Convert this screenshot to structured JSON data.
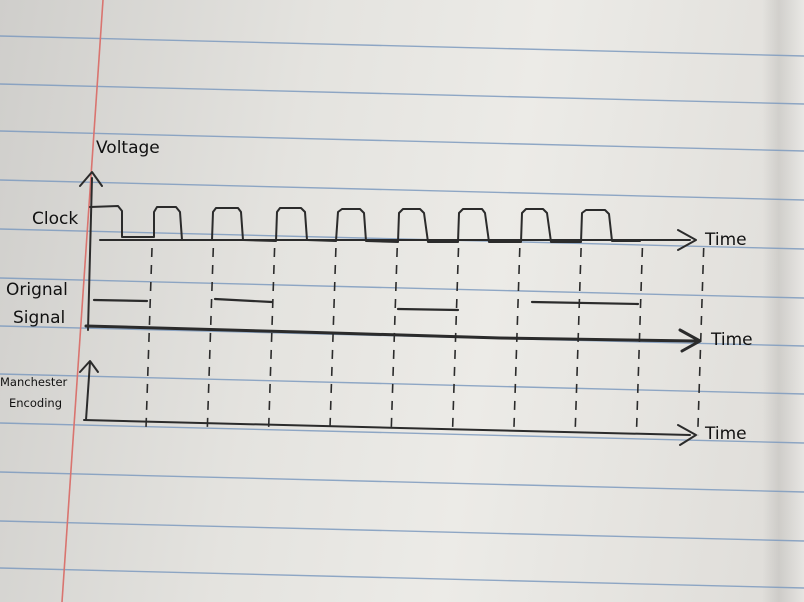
{
  "axis": {
    "y_label": "Voltage",
    "time_labels": [
      "Time",
      "Time",
      "Time"
    ]
  },
  "rows": {
    "clock": "Clock",
    "original_line1": "Orignal",
    "original_line2": "Signal",
    "manchester_line1": "Manchester",
    "manchester_line2": "Encoding"
  },
  "diagram": {
    "clock_pulses": 9,
    "dashed_markers": 10,
    "original_signal_high_segments": 4,
    "manchester_waveform_drawn": false
  },
  "colors": {
    "paper": "#e6e5e1",
    "rule_line": "#7e9bbf",
    "margin_line": "#d9746f",
    "ink": "#2b2b2b"
  }
}
